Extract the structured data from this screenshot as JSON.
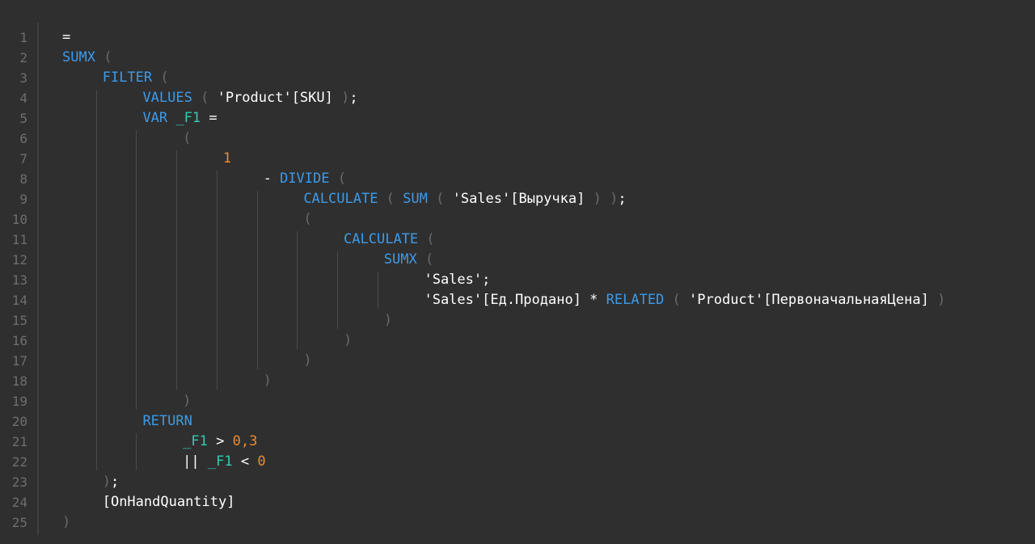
{
  "editor": {
    "colors": {
      "background": "#2f2f2f",
      "line_number": "#6e6e6e",
      "keyword": "#3d9ae8",
      "variable": "#37c9b0",
      "number": "#ef8a2b",
      "paren": "#6a6a6a",
      "text": "#ffffff"
    },
    "lines": [
      {
        "n": "1",
        "indent": 0,
        "tokens": [
          {
            "t": "=",
            "c": "txt"
          }
        ]
      },
      {
        "n": "2",
        "indent": 0,
        "tokens": [
          {
            "t": "SUMX",
            "c": "fn"
          },
          {
            "t": " (",
            "c": "paren"
          }
        ]
      },
      {
        "n": "3",
        "indent": 4,
        "tokens": [
          {
            "t": "FILTER",
            "c": "fn"
          },
          {
            "t": " (",
            "c": "paren"
          }
        ]
      },
      {
        "n": "4",
        "indent": 8,
        "tokens": [
          {
            "t": "VALUES",
            "c": "fn"
          },
          {
            "t": " ( ",
            "c": "paren"
          },
          {
            "t": "'Product'[SKU]",
            "c": "txt"
          },
          {
            "t": " )",
            "c": "paren"
          },
          {
            "t": ";",
            "c": "txt"
          }
        ]
      },
      {
        "n": "5",
        "indent": 8,
        "tokens": [
          {
            "t": "VAR",
            "c": "kw"
          },
          {
            "t": " ",
            "c": "txt"
          },
          {
            "t": "_F1",
            "c": "var"
          },
          {
            "t": " =",
            "c": "txt"
          }
        ]
      },
      {
        "n": "6",
        "indent": 12,
        "tokens": [
          {
            "t": "(",
            "c": "paren"
          }
        ]
      },
      {
        "n": "7",
        "indent": 16,
        "tokens": [
          {
            "t": "1",
            "c": "num"
          }
        ]
      },
      {
        "n": "8",
        "indent": 20,
        "tokens": [
          {
            "t": "- ",
            "c": "txt"
          },
          {
            "t": "DIVIDE",
            "c": "fn"
          },
          {
            "t": " (",
            "c": "paren"
          }
        ]
      },
      {
        "n": "9",
        "indent": 24,
        "tokens": [
          {
            "t": "CALCULATE",
            "c": "fn"
          },
          {
            "t": " ( ",
            "c": "paren"
          },
          {
            "t": "SUM",
            "c": "fn"
          },
          {
            "t": " ( ",
            "c": "paren"
          },
          {
            "t": "'Sales'[Выручка]",
            "c": "txt"
          },
          {
            "t": " ) )",
            "c": "paren"
          },
          {
            "t": ";",
            "c": "txt"
          }
        ]
      },
      {
        "n": "10",
        "indent": 24,
        "tokens": [
          {
            "t": "(",
            "c": "paren"
          }
        ]
      },
      {
        "n": "11",
        "indent": 28,
        "tokens": [
          {
            "t": "CALCULATE",
            "c": "fn"
          },
          {
            "t": " (",
            "c": "paren"
          }
        ]
      },
      {
        "n": "12",
        "indent": 32,
        "tokens": [
          {
            "t": "SUMX",
            "c": "fn"
          },
          {
            "t": " (",
            "c": "paren"
          }
        ]
      },
      {
        "n": "13",
        "indent": 36,
        "tokens": [
          {
            "t": "'Sales';",
            "c": "txt"
          }
        ]
      },
      {
        "n": "14",
        "indent": 36,
        "tokens": [
          {
            "t": "'Sales'[Ед.Продано] * ",
            "c": "txt"
          },
          {
            "t": "RELATED",
            "c": "fn"
          },
          {
            "t": " ( ",
            "c": "paren"
          },
          {
            "t": "'Product'[ПервоначальнаяЦена]",
            "c": "txt"
          },
          {
            "t": " )",
            "c": "paren"
          }
        ]
      },
      {
        "n": "15",
        "indent": 32,
        "tokens": [
          {
            "t": ")",
            "c": "paren"
          }
        ]
      },
      {
        "n": "16",
        "indent": 28,
        "tokens": [
          {
            "t": ")",
            "c": "paren"
          }
        ]
      },
      {
        "n": "17",
        "indent": 24,
        "tokens": [
          {
            "t": ")",
            "c": "paren"
          }
        ]
      },
      {
        "n": "18",
        "indent": 20,
        "tokens": [
          {
            "t": ")",
            "c": "paren"
          }
        ]
      },
      {
        "n": "19",
        "indent": 12,
        "tokens": [
          {
            "t": ")",
            "c": "paren"
          }
        ]
      },
      {
        "n": "20",
        "indent": 8,
        "tokens": [
          {
            "t": "RETURN",
            "c": "kw"
          }
        ]
      },
      {
        "n": "21",
        "indent": 12,
        "tokens": [
          {
            "t": "_F1",
            "c": "var"
          },
          {
            "t": " > ",
            "c": "txt"
          },
          {
            "t": "0,3",
            "c": "num"
          }
        ]
      },
      {
        "n": "22",
        "indent": 12,
        "tokens": [
          {
            "t": "|| ",
            "c": "txt"
          },
          {
            "t": "_F1",
            "c": "var"
          },
          {
            "t": " < ",
            "c": "txt"
          },
          {
            "t": "0",
            "c": "num"
          }
        ]
      },
      {
        "n": "23",
        "indent": 4,
        "tokens": [
          {
            "t": ")",
            "c": "paren"
          },
          {
            "t": ";",
            "c": "txt"
          }
        ]
      },
      {
        "n": "24",
        "indent": 4,
        "tokens": [
          {
            "t": "[OnHandQuantity]",
            "c": "txt"
          }
        ]
      },
      {
        "n": "25",
        "indent": 0,
        "tokens": [
          {
            "t": ")",
            "c": "paren"
          }
        ]
      }
    ]
  }
}
